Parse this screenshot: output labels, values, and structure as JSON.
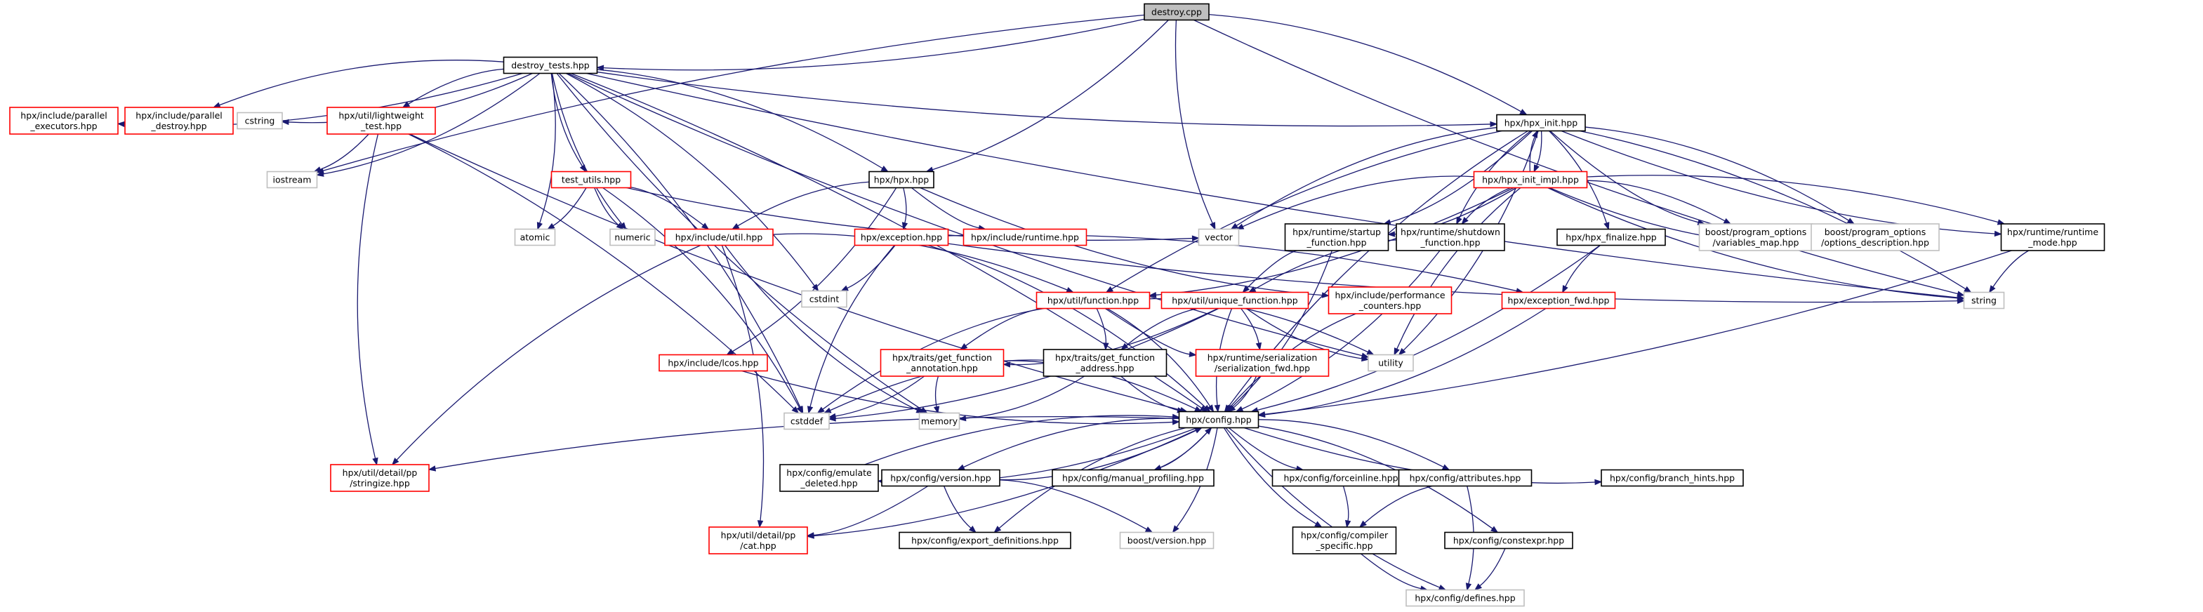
{
  "colors": {
    "edge": "#191970",
    "root_fill": "#bfbfbf",
    "root_border": "#000000",
    "normal_border": "#000000",
    "missing_border": "#ff0000",
    "system_border": "#bfbfbf",
    "system_text": "#333333"
  },
  "nodes": [
    {
      "id": "destroy_cpp",
      "kind": "root",
      "lines": [
        "destroy.cpp"
      ]
    },
    {
      "id": "destroy_tests",
      "kind": "normal",
      "lines": [
        "destroy_tests.hpp"
      ]
    },
    {
      "id": "par_exec",
      "kind": "missing",
      "lines": [
        "hpx/include/parallel",
        "_executors.hpp"
      ]
    },
    {
      "id": "par_destroy",
      "kind": "missing",
      "lines": [
        "hpx/include/parallel",
        "_destroy.hpp"
      ]
    },
    {
      "id": "cstring",
      "kind": "system",
      "lines": [
        "cstring"
      ]
    },
    {
      "id": "lightweight",
      "kind": "missing",
      "lines": [
        "hpx/util/lightweight",
        "_test.hpp"
      ]
    },
    {
      "id": "iostream",
      "kind": "system",
      "lines": [
        "iostream"
      ]
    },
    {
      "id": "test_utils",
      "kind": "missing",
      "lines": [
        "test_utils.hpp"
      ]
    },
    {
      "id": "atomic",
      "kind": "system",
      "lines": [
        "atomic"
      ]
    },
    {
      "id": "numeric",
      "kind": "system",
      "lines": [
        "numeric"
      ]
    },
    {
      "id": "hpx_hpp",
      "kind": "normal",
      "lines": [
        "hpx/hpx.hpp"
      ]
    },
    {
      "id": "hpx_init",
      "kind": "normal",
      "lines": [
        "hpx/hpx_init.hpp"
      ]
    },
    {
      "id": "hpx_init_impl",
      "kind": "missing",
      "lines": [
        "hpx/hpx_init_impl.hpp"
      ]
    },
    {
      "id": "vector",
      "kind": "system",
      "lines": [
        "vector"
      ]
    },
    {
      "id": "include_util",
      "kind": "missing",
      "lines": [
        "hpx/include/util.hpp"
      ]
    },
    {
      "id": "exception",
      "kind": "missing",
      "lines": [
        "hpx/exception.hpp"
      ]
    },
    {
      "id": "include_runtime",
      "kind": "missing",
      "lines": [
        "hpx/include/runtime.hpp"
      ]
    },
    {
      "id": "startup",
      "kind": "normal",
      "lines": [
        "hpx/runtime/startup",
        "_function.hpp"
      ]
    },
    {
      "id": "shutdown",
      "kind": "normal",
      "lines": [
        "hpx/runtime/shutdown",
        "_function.hpp"
      ]
    },
    {
      "id": "finalize",
      "kind": "normal",
      "lines": [
        "hpx/hpx_finalize.hpp"
      ]
    },
    {
      "id": "po_vm",
      "kind": "system",
      "lines": [
        "boost/program_options",
        "/variables_map.hpp"
      ]
    },
    {
      "id": "po_od",
      "kind": "system",
      "lines": [
        "boost/program_options",
        "/options_description.hpp"
      ]
    },
    {
      "id": "runtime_mode",
      "kind": "normal",
      "lines": [
        "hpx/runtime/runtime",
        "_mode.hpp"
      ]
    },
    {
      "id": "string",
      "kind": "system",
      "lines": [
        "string"
      ]
    },
    {
      "id": "cstdint",
      "kind": "system",
      "lines": [
        "cstdint"
      ]
    },
    {
      "id": "util_function",
      "kind": "missing",
      "lines": [
        "hpx/util/function.hpp"
      ]
    },
    {
      "id": "perf_counters",
      "kind": "missing",
      "lines": [
        "hpx/include/performance",
        "_counters.hpp"
      ]
    },
    {
      "id": "unique_function",
      "kind": "missing",
      "lines": [
        "hpx/util/unique_function.hpp"
      ]
    },
    {
      "id": "exception_fwd",
      "kind": "missing",
      "lines": [
        "hpx/exception_fwd.hpp"
      ]
    },
    {
      "id": "lcos",
      "kind": "missing",
      "lines": [
        "hpx/include/lcos.hpp"
      ]
    },
    {
      "id": "get_fn_annot",
      "kind": "missing",
      "lines": [
        "hpx/traits/get_function",
        "_annotation.hpp"
      ]
    },
    {
      "id": "get_fn_addr",
      "kind": "normal",
      "lines": [
        "hpx/traits/get_function",
        "_address.hpp"
      ]
    },
    {
      "id": "ser_fwd",
      "kind": "missing",
      "lines": [
        "hpx/runtime/serialization",
        "/serialization_fwd.hpp"
      ]
    },
    {
      "id": "utility",
      "kind": "system",
      "lines": [
        "utility"
      ]
    },
    {
      "id": "cstddef",
      "kind": "system",
      "lines": [
        "cstddef"
      ]
    },
    {
      "id": "memory",
      "kind": "system",
      "lines": [
        "memory"
      ]
    },
    {
      "id": "config",
      "kind": "normal",
      "lines": [
        "hpx/config.hpp"
      ]
    },
    {
      "id": "stringize",
      "kind": "missing",
      "lines": [
        "hpx/util/detail/pp",
        "/stringize.hpp"
      ]
    },
    {
      "id": "emulate_deleted",
      "kind": "normal",
      "lines": [
        "hpx/config/emulate",
        "_deleted.hpp"
      ]
    },
    {
      "id": "cfg_version",
      "kind": "normal",
      "lines": [
        "hpx/config/version.hpp"
      ]
    },
    {
      "id": "manual_profiling",
      "kind": "normal",
      "lines": [
        "hpx/config/manual_profiling.hpp"
      ]
    },
    {
      "id": "forceinline",
      "kind": "normal",
      "lines": [
        "hpx/config/forceinline.hpp"
      ]
    },
    {
      "id": "attributes",
      "kind": "normal",
      "lines": [
        "hpx/config/attributes.hpp"
      ]
    },
    {
      "id": "branch_hints",
      "kind": "normal",
      "lines": [
        "hpx/config/branch_hints.hpp"
      ]
    },
    {
      "id": "pp_cat",
      "kind": "missing",
      "lines": [
        "hpx/util/detail/pp",
        "/cat.hpp"
      ]
    },
    {
      "id": "export_defs",
      "kind": "normal",
      "lines": [
        "hpx/config/export_definitions.hpp"
      ]
    },
    {
      "id": "boost_version",
      "kind": "system",
      "lines": [
        "boost/version.hpp"
      ]
    },
    {
      "id": "compiler_specific",
      "kind": "normal",
      "lines": [
        "hpx/config/compiler",
        "_specific.hpp"
      ]
    },
    {
      "id": "constexpr",
      "kind": "normal",
      "lines": [
        "hpx/config/constexpr.hpp"
      ]
    },
    {
      "id": "defines",
      "kind": "system",
      "lines": [
        "hpx/config/defines.hpp"
      ]
    }
  ],
  "edges": [
    [
      "destroy_cpp",
      "destroy_tests"
    ],
    [
      "destroy_cpp",
      "iostream"
    ],
    [
      "destroy_cpp",
      "hpx_hpp"
    ],
    [
      "destroy_cpp",
      "vector"
    ],
    [
      "destroy_cpp",
      "hpx_init"
    ],
    [
      "destroy_cpp",
      "string"
    ],
    [
      "destroy_tests",
      "par_exec"
    ],
    [
      "destroy_tests",
      "par_destroy"
    ],
    [
      "destroy_tests",
      "cstring"
    ],
    [
      "destroy_tests",
      "lightweight"
    ],
    [
      "destroy_tests",
      "iostream"
    ],
    [
      "destroy_tests",
      "test_utils"
    ],
    [
      "destroy_tests",
      "atomic"
    ],
    [
      "destroy_tests",
      "numeric"
    ],
    [
      "destroy_tests",
      "hpx_hpp"
    ],
    [
      "destroy_tests",
      "hpx_init"
    ],
    [
      "destroy_tests",
      "cstdint"
    ],
    [
      "destroy_tests",
      "utility"
    ],
    [
      "destroy_tests",
      "cstddef"
    ],
    [
      "destroy_tests",
      "memory"
    ],
    [
      "destroy_tests",
      "config"
    ],
    [
      "destroy_tests",
      "string"
    ],
    [
      "lightweight",
      "iostream"
    ],
    [
      "lightweight",
      "stringize"
    ],
    [
      "lightweight",
      "cstddef"
    ],
    [
      "lightweight",
      "config"
    ],
    [
      "test_utils",
      "atomic"
    ],
    [
      "test_utils",
      "numeric"
    ],
    [
      "test_utils",
      "include_util"
    ],
    [
      "test_utils",
      "vector"
    ],
    [
      "test_utils",
      "cstddef"
    ],
    [
      "hpx_hpp",
      "include_util"
    ],
    [
      "hpx_hpp",
      "exception"
    ],
    [
      "hpx_hpp",
      "include_runtime"
    ],
    [
      "hpx_hpp",
      "lcos"
    ],
    [
      "hpx_hpp",
      "perf_counters"
    ],
    [
      "hpx_init",
      "hpx_init_impl"
    ],
    [
      "hpx_init",
      "vector"
    ],
    [
      "hpx_init",
      "startup"
    ],
    [
      "hpx_init",
      "shutdown"
    ],
    [
      "hpx_init",
      "finalize"
    ],
    [
      "hpx_init",
      "po_vm"
    ],
    [
      "hpx_init",
      "po_od"
    ],
    [
      "hpx_init",
      "runtime_mode"
    ],
    [
      "hpx_init",
      "string"
    ],
    [
      "hpx_init",
      "util_function"
    ],
    [
      "hpx_init",
      "utility"
    ],
    [
      "hpx_init",
      "config"
    ],
    [
      "hpx_init_impl",
      "hpx_init"
    ],
    [
      "hpx_init_impl",
      "vector"
    ],
    [
      "hpx_init_impl",
      "startup"
    ],
    [
      "hpx_init_impl",
      "shutdown"
    ],
    [
      "hpx_init_impl",
      "po_vm"
    ],
    [
      "hpx_init_impl",
      "po_od"
    ],
    [
      "hpx_init_impl",
      "runtime_mode"
    ],
    [
      "hpx_init_impl",
      "string"
    ],
    [
      "hpx_init_impl",
      "util_function"
    ],
    [
      "hpx_init_impl",
      "utility"
    ],
    [
      "include_util",
      "util_function"
    ],
    [
      "include_util",
      "stringize"
    ],
    [
      "include_util",
      "pp_cat"
    ],
    [
      "include_util",
      "memory"
    ],
    [
      "exception",
      "cstdint"
    ],
    [
      "exception",
      "cstddef"
    ],
    [
      "exception",
      "exception_fwd"
    ],
    [
      "exception",
      "string"
    ],
    [
      "exception",
      "config"
    ],
    [
      "startup",
      "unique_function"
    ],
    [
      "startup",
      "config"
    ],
    [
      "shutdown",
      "unique_function"
    ],
    [
      "shutdown",
      "config"
    ],
    [
      "finalize",
      "exception_fwd"
    ],
    [
      "finalize",
      "config"
    ],
    [
      "runtime_mode",
      "string"
    ],
    [
      "runtime_mode",
      "config"
    ],
    [
      "util_function",
      "get_fn_annot"
    ],
    [
      "util_function",
      "get_fn_addr"
    ],
    [
      "util_function",
      "ser_fwd"
    ],
    [
      "util_function",
      "utility"
    ],
    [
      "util_function",
      "cstddef"
    ],
    [
      "util_function",
      "config"
    ],
    [
      "perf_counters",
      "config"
    ],
    [
      "unique_function",
      "get_fn_annot"
    ],
    [
      "unique_function",
      "get_fn_addr"
    ],
    [
      "unique_function",
      "ser_fwd"
    ],
    [
      "unique_function",
      "utility"
    ],
    [
      "unique_function",
      "cstddef"
    ],
    [
      "unique_function",
      "config"
    ],
    [
      "exception_fwd",
      "config"
    ],
    [
      "lcos",
      "config"
    ],
    [
      "get_fn_annot",
      "cstddef"
    ],
    [
      "get_fn_annot",
      "memory"
    ],
    [
      "get_fn_annot",
      "config"
    ],
    [
      "get_fn_addr",
      "cstddef"
    ],
    [
      "get_fn_addr",
      "memory"
    ],
    [
      "get_fn_addr",
      "config"
    ],
    [
      "ser_fwd",
      "config"
    ],
    [
      "config",
      "stringize"
    ],
    [
      "config",
      "emulate_deleted"
    ],
    [
      "config",
      "cfg_version"
    ],
    [
      "config",
      "manual_profiling"
    ],
    [
      "config",
      "forceinline"
    ],
    [
      "config",
      "attributes"
    ],
    [
      "config",
      "branch_hints"
    ],
    [
      "config",
      "pp_cat"
    ],
    [
      "config",
      "export_defs"
    ],
    [
      "config",
      "boost_version"
    ],
    [
      "config",
      "compiler_specific"
    ],
    [
      "config",
      "constexpr"
    ],
    [
      "config",
      "defines"
    ],
    [
      "emulate_deleted",
      "config"
    ],
    [
      "cfg_version",
      "config"
    ],
    [
      "cfg_version",
      "pp_cat"
    ],
    [
      "cfg_version",
      "export_defs"
    ],
    [
      "cfg_version",
      "boost_version"
    ],
    [
      "manual_profiling",
      "config"
    ],
    [
      "forceinline",
      "compiler_specific"
    ],
    [
      "attributes",
      "compiler_specific"
    ],
    [
      "attributes",
      "defines"
    ],
    [
      "compiler_specific",
      "defines"
    ],
    [
      "constexpr",
      "defines"
    ]
  ]
}
